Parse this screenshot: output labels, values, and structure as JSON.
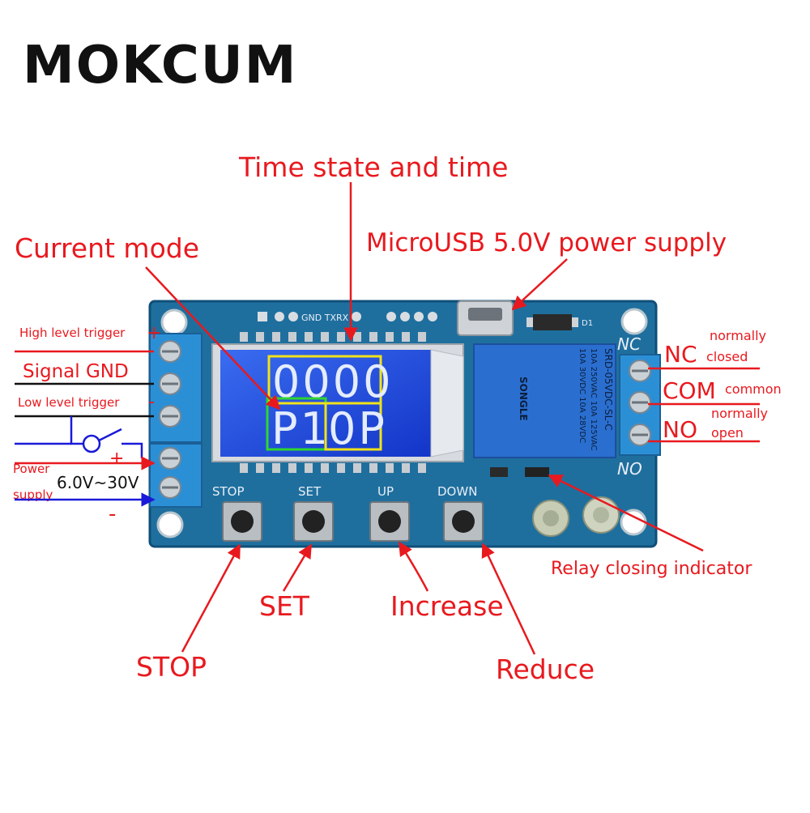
{
  "brand": {
    "name": "MOKCUM"
  },
  "callouts": {
    "time_state": "Time state and time",
    "current_mode": "Current mode",
    "usb_power": "MicroUSB 5.0V power supply",
    "high_trigger": "High level trigger",
    "signal_gnd": "Signal GND",
    "low_trigger": "Low level trigger",
    "power_supply_1": "Power",
    "power_supply_2": "supply",
    "voltage_range": "6.0V~30V",
    "plus_sign": "+",
    "minus_sign": "-",
    "nc": "NC",
    "nc_desc_1": "normally",
    "nc_desc_2": "closed",
    "com": "COM",
    "com_desc": "common",
    "no": "NO",
    "no_desc_1": "normally",
    "no_desc_2": "open",
    "relay_indicator": "Relay closing indicator",
    "stop": "STOP",
    "set": "SET",
    "increase": "Increase",
    "reduce": "Reduce"
  },
  "board": {
    "header_label": "GND TXRX",
    "d1_label": "D1",
    "relay_nc": "NC",
    "relay_no": "NO",
    "relay_line_1": "SRD-05VDC-SL-C",
    "relay_line_2": "10A 250VAC  10A 125VAC",
    "relay_line_3": "10A 30VDC  10A 28VDC",
    "relay_brand": "SONGLE",
    "btn_stop": "STOP",
    "btn_set": "SET",
    "btn_up": "UP",
    "btn_down": "DOWN",
    "lcd_top": "0000",
    "lcd_bottom_mode": "P1",
    "lcd_bottom_rest": "0P"
  },
  "colors": {
    "callout": "#e8191e",
    "pcb": "#1f6f9e",
    "lcd": "#1a4fd8",
    "terminal": "#2b8fd6",
    "highlight_yellow": "#f0e21a",
    "highlight_green": "#2fd62f"
  }
}
